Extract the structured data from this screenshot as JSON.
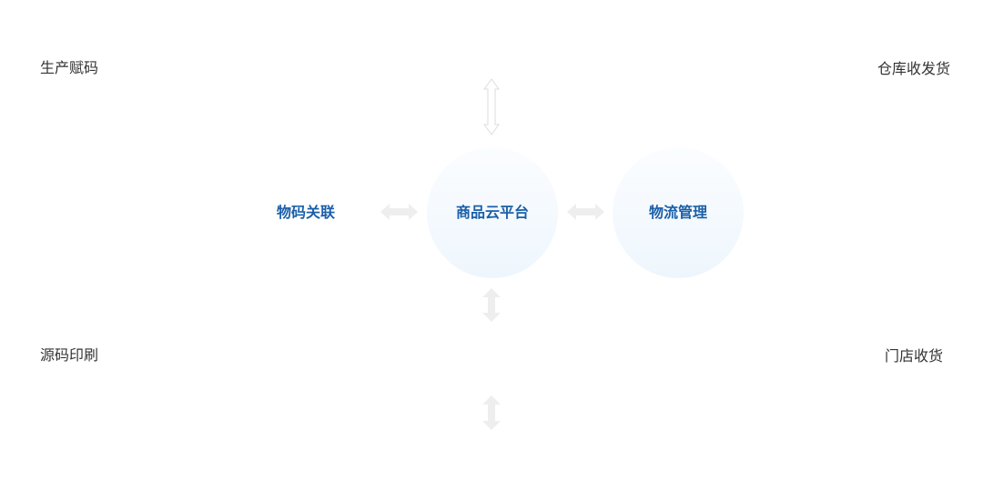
{
  "corners": {
    "top_left": "生产赋码",
    "top_right": "仓库收发货",
    "bottom_left": "源码印刷",
    "bottom_right": "门店收货"
  },
  "nodes": {
    "left": "物码关联",
    "center": "商品云平台",
    "right": "物流管理"
  },
  "colors": {
    "node_text": "#1a5fa8",
    "corner_text": "#333333",
    "arrow_fill": "#eeeeee",
    "arrow_stroke": "#dddddd",
    "circle_top": "#fbfdff",
    "circle_bottom": "#eef6fd"
  }
}
